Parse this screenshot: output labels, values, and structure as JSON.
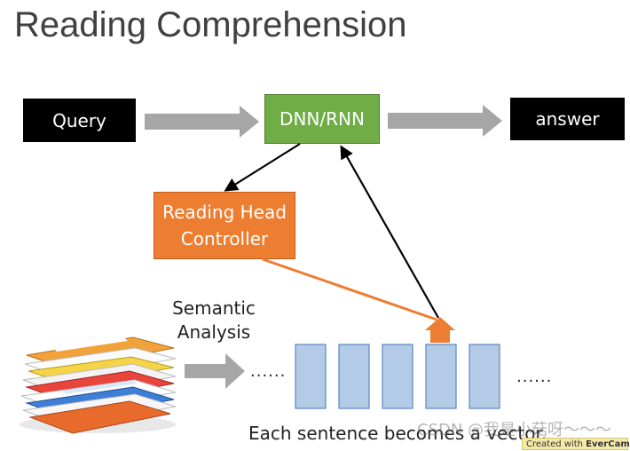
{
  "title": "Reading Comprehension",
  "query": "Query",
  "dnn": "DNN/RNN",
  "answer": "answer",
  "controller": {
    "line1": "Reading Head",
    "line2": "Controller"
  },
  "semantic": {
    "line1": "Semantic",
    "line2": "Analysis"
  },
  "dots_left": "......",
  "dots_right": "......",
  "caption": "Each sentence becomes a vector.",
  "watermark": "CSDN @我是小菇呀～～～",
  "evercam": {
    "prefix": "Created with",
    "brand": "EverCam."
  },
  "colors": {
    "green": "#70ad47",
    "orange": "#ed7d31",
    "vector_fill": "#b4cbe8",
    "vector_stroke": "#5b86c0",
    "gray_arrow": "#a6a6a6"
  }
}
